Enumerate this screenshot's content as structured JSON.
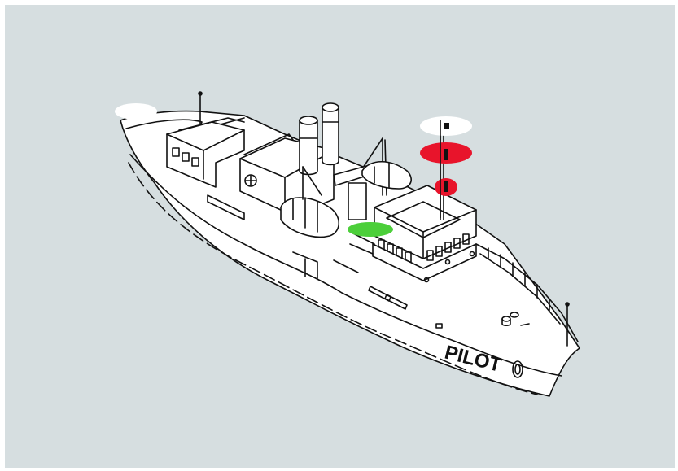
{
  "ship": {
    "name": "PILOT"
  },
  "lights": [
    {
      "name": "stern-light",
      "color": "#ffffff"
    },
    {
      "name": "masthead-light",
      "color": "#ffffff"
    },
    {
      "name": "upper-all-round-light",
      "color": "#e8142b"
    },
    {
      "name": "lower-all-round-light",
      "color": "#e8142b"
    },
    {
      "name": "starboard-sidelight",
      "color": "#4ccf3a"
    }
  ],
  "colors": {
    "background": "#d6dee0",
    "hull": "#ffffff",
    "outline": "#111111",
    "red_light": "#e8142b",
    "green_light": "#4ccf3a",
    "white_light": "#ffffff"
  }
}
